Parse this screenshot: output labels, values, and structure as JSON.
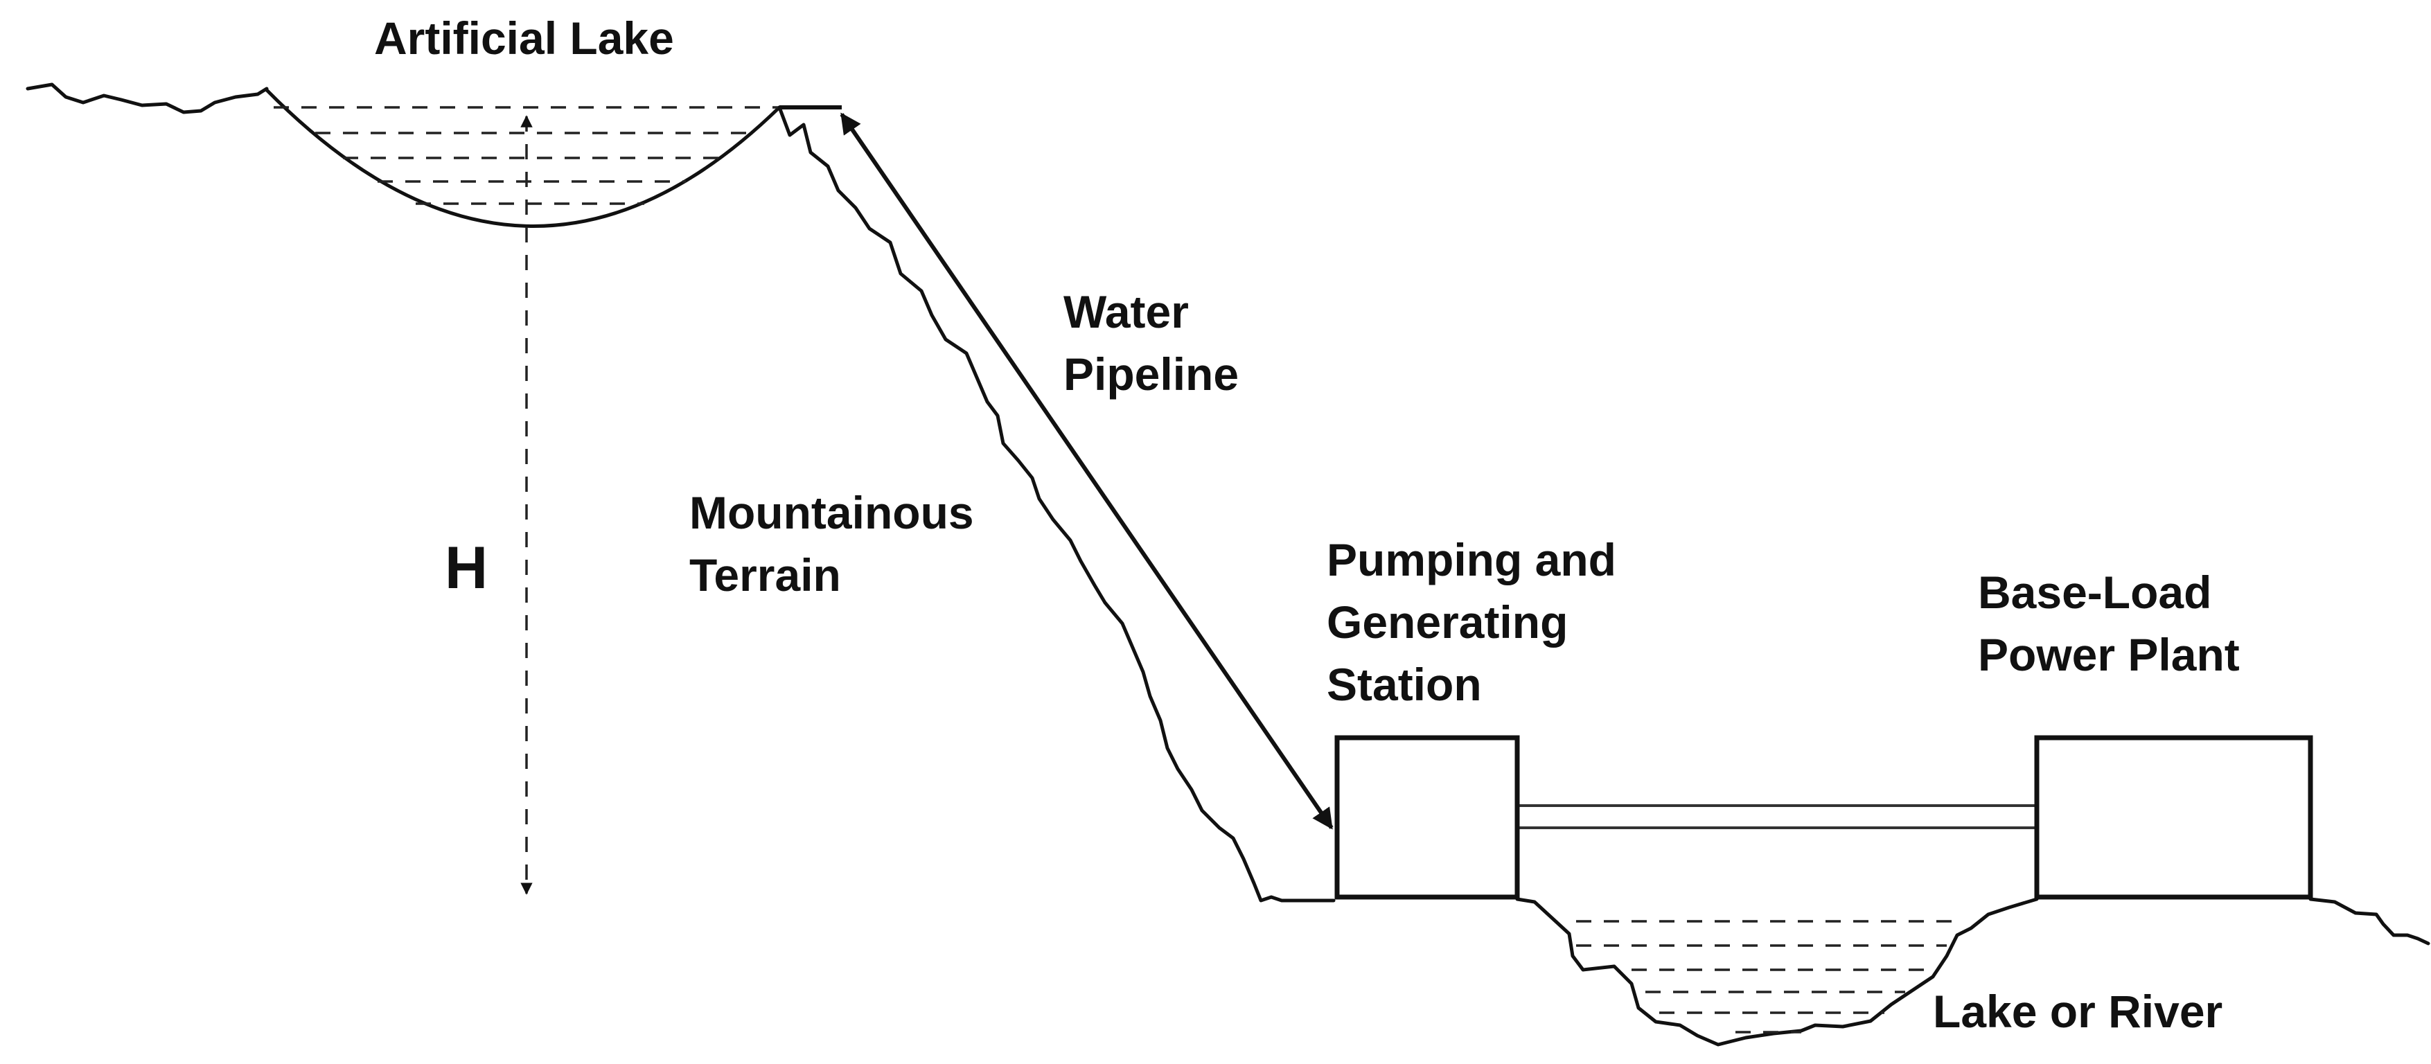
{
  "labels": {
    "artificial_lake": "Artificial Lake",
    "water_pipeline": [
      "Water",
      "Pipeline"
    ],
    "mountainous_terrain": [
      "Mountainous",
      "Terrain"
    ],
    "height": "H",
    "pumping_station": [
      "Pumping and",
      "Generating",
      "Station"
    ],
    "base_load_plant": [
      "Base-Load",
      "Power Plant"
    ],
    "lake_or_river": "Lake or River"
  }
}
